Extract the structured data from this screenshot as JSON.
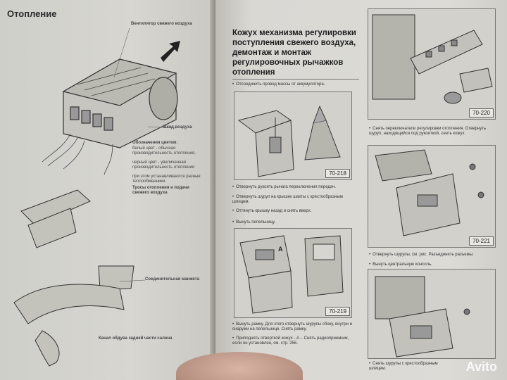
{
  "left_page": {
    "heading": "Отопление",
    "callouts": {
      "fan": "Вентилятор свежего воздуха",
      "air_inlet": "Вход воздуха",
      "color_code_title": "Обозначения цветом:",
      "white": "белый цвет - обычная производительность отопления,",
      "black": "черный цвет - увеличенная производительность отопления",
      "note": "при этом устанавливаются разные теплообменники.",
      "cables": "Тросы отопления и подачи свежего воздуха",
      "connector": "Соединительная манжета",
      "rear_channel": "Канал обдува задней части салона"
    }
  },
  "right_page": {
    "title": "Кожух механизма регулировки поступления свежего воздуха, демонтаж и монтаж регулировочных рычажков отопления",
    "steps_left": [
      "Отсоединить провод массы от аккумулятора.",
      "Отвернуть рукоять рычага переключения передач.",
      "Отвернуть шуруп на крышке шахты с крестообразным шлицем.",
      "Оттянуть крышку назад и снять вверх.",
      "Вынуть пепельницу.",
      "Вынуть рамку. Для этого отвернуть шурупы сбоку, внутри и снаружи на пепельнице. Снять рамку.",
      "Приподнять отверткой кожух - A -. Снять радиоприемник, если он установлен, см. стр. 256."
    ],
    "steps_right": [
      "Снять переключатели регулировки отопления. Отвернуть шуруп, находящийся под рукояткой, снять кожух.",
      "Отвернуть шурупы, см. рис. Разъединить разъемы.",
      "Вынуть центральную консоль.",
      "Снять шурупы с крестообразным шлицем."
    ],
    "figures": {
      "f218": "70-218",
      "f219": "70-219",
      "f220": "70-220",
      "f221": "70-221",
      "f_a": "A"
    }
  },
  "watermark": "Avito"
}
